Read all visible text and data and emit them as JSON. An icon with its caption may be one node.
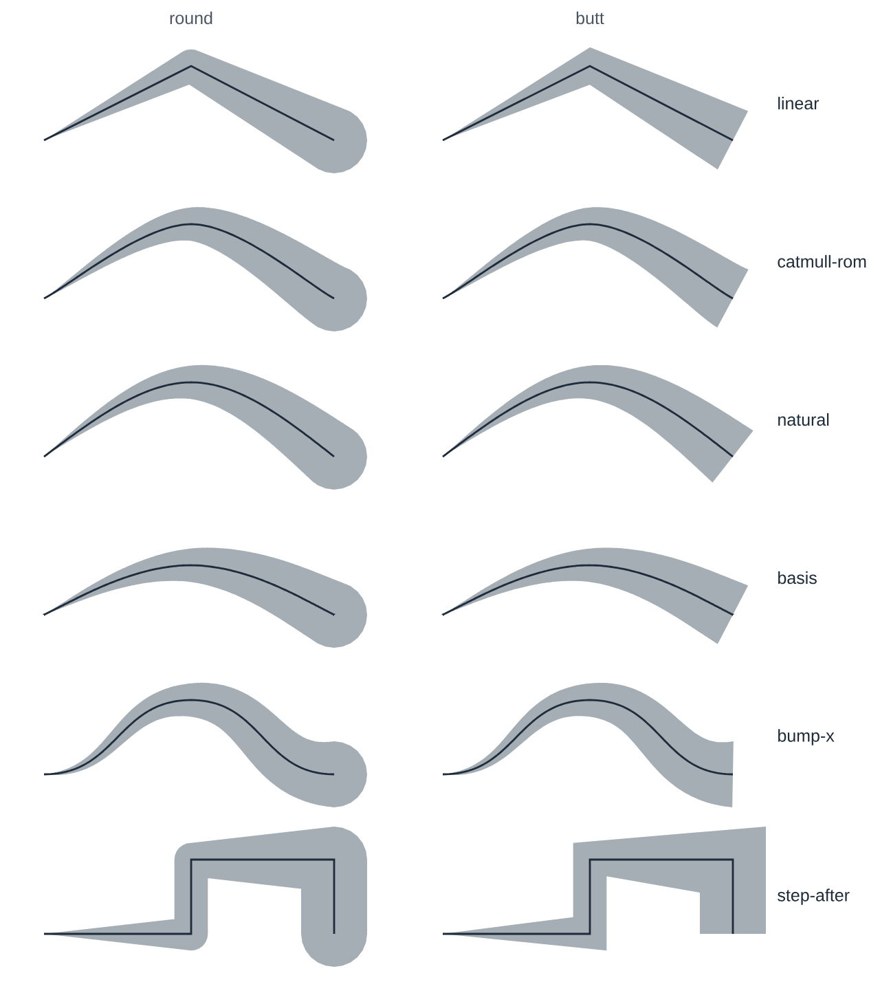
{
  "diagram": {
    "labels": [
      "round",
      "butt",
      "linear",
      "catmull-rom",
      "natural",
      "basis",
      "bump-x",
      "step-after"
    ]
  }
}
